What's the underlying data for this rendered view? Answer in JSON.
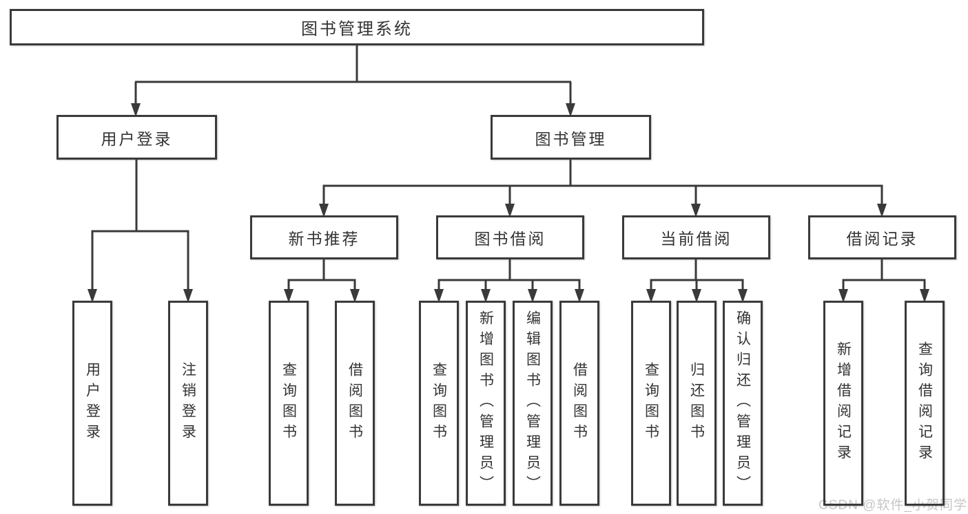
{
  "diagram": {
    "root": {
      "label": "图书管理系统"
    },
    "login_branch": {
      "label": "用户登录",
      "children": [
        {
          "label": "用户登录"
        },
        {
          "label": "注销登录"
        }
      ]
    },
    "mgmt_branch": {
      "label": "图书管理",
      "sections": [
        {
          "label": "新书推荐",
          "children": [
            {
              "label": "查询图书"
            },
            {
              "label": "借阅图书"
            }
          ]
        },
        {
          "label": "图书借阅",
          "children": [
            {
              "label": "查询图书"
            },
            {
              "label": "新增图书（管理员）"
            },
            {
              "label": "编辑图书（管理员）"
            },
            {
              "label": "借阅图书"
            }
          ]
        },
        {
          "label": "当前借阅",
          "children": [
            {
              "label": "查询图书"
            },
            {
              "label": "归还图书"
            },
            {
              "label": "确认归还（管理员）"
            }
          ]
        },
        {
          "label": "借阅记录",
          "children": [
            {
              "label": "新增借阅记录"
            },
            {
              "label": "查询借阅记录"
            }
          ]
        }
      ]
    }
  },
  "watermark": {
    "text": "CSDN @软件_小贺同学"
  },
  "colors": {
    "line": "#3a3a3a",
    "text": "#333333",
    "watermark": "#c6c6c6",
    "background": "#ffffff"
  }
}
